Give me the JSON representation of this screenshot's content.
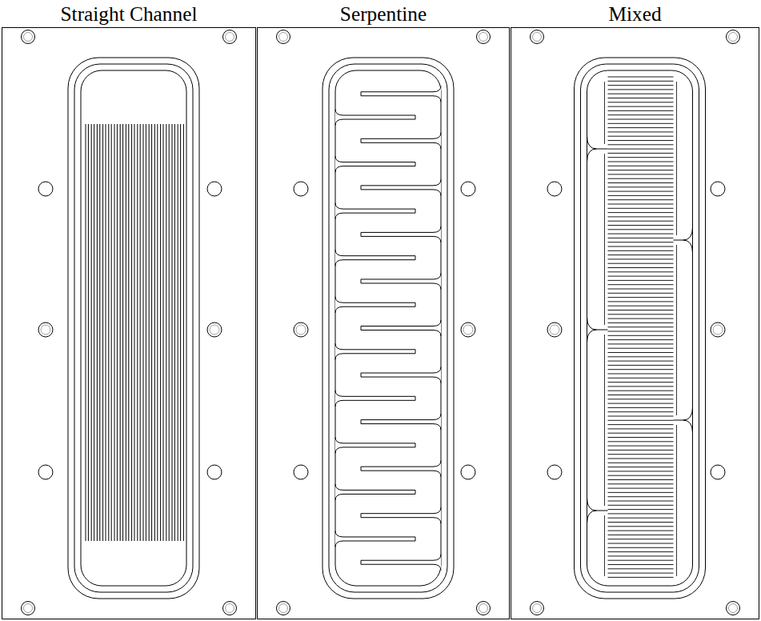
{
  "diagram": {
    "nodes": [
      {
        "text": [
          "Straight Channel"
        ]
      },
      {
        "text": [
          "Serpentine"
        ]
      },
      {
        "text": [
          "Mixed"
        ]
      }
    ]
  }
}
